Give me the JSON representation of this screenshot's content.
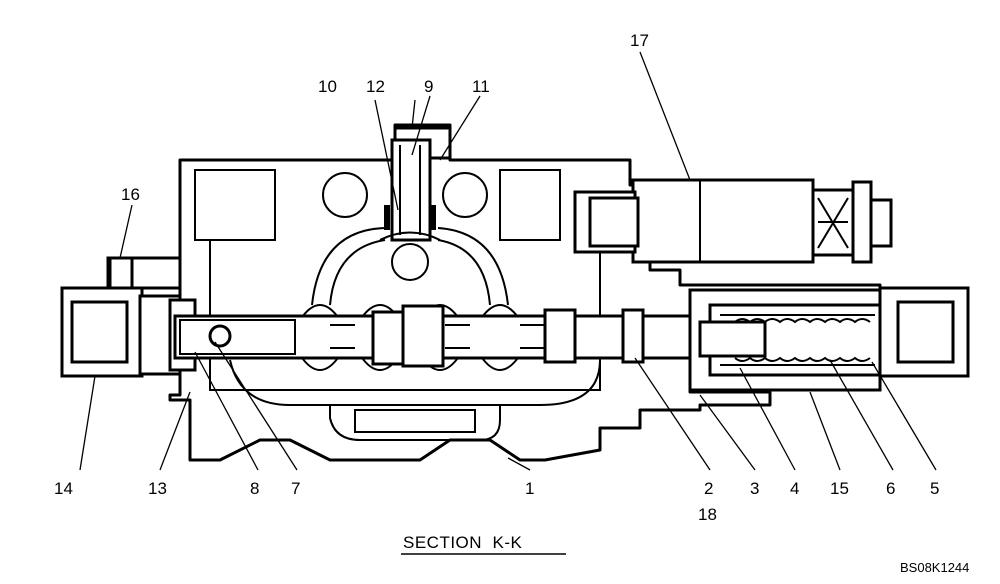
{
  "title": "SECTION  K-K",
  "drawing_code": "BS08K1244",
  "callouts": [
    {
      "id": "c1",
      "text": "1"
    },
    {
      "id": "c2",
      "text": "2"
    },
    {
      "id": "c3",
      "text": "3"
    },
    {
      "id": "c4",
      "text": "4"
    },
    {
      "id": "c5",
      "text": "5"
    },
    {
      "id": "c6",
      "text": "6"
    },
    {
      "id": "c7",
      "text": "7"
    },
    {
      "id": "c8",
      "text": "8"
    },
    {
      "id": "c9",
      "text": "9"
    },
    {
      "id": "c10",
      "text": "10"
    },
    {
      "id": "c11",
      "text": "11"
    },
    {
      "id": "c12",
      "text": "12"
    },
    {
      "id": "c13",
      "text": "13"
    },
    {
      "id": "c14",
      "text": "14"
    },
    {
      "id": "c15",
      "text": "15"
    },
    {
      "id": "c16",
      "text": "16"
    },
    {
      "id": "c17",
      "text": "17"
    },
    {
      "id": "c18",
      "text": "18"
    }
  ]
}
